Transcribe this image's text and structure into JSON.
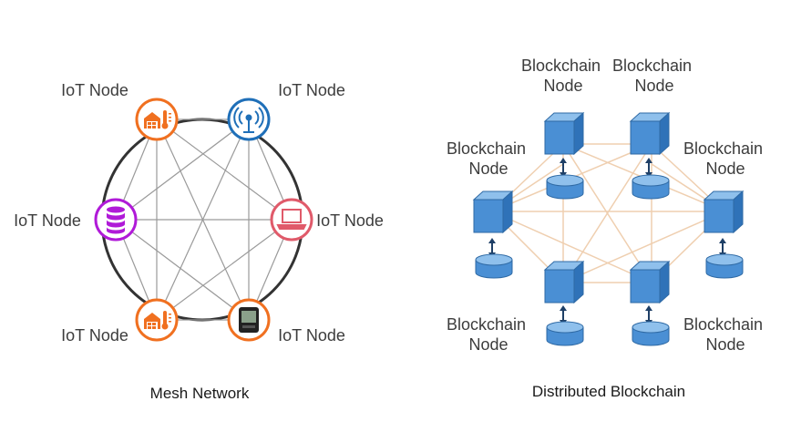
{
  "mesh": {
    "caption": "Mesh Network",
    "nodes": [
      {
        "label": "IoT Node",
        "icon": "warehouse-thermometer-icon",
        "color": "#f07020"
      },
      {
        "label": "IoT Node",
        "icon": "antenna-icon",
        "color": "#1f6fb8"
      },
      {
        "label": "IoT Node",
        "icon": "laptop-icon",
        "color": "#e05a6a"
      },
      {
        "label": "IoT Node",
        "icon": "sensor-device-icon",
        "color": "#f07020"
      },
      {
        "label": "IoT Node",
        "icon": "warehouse-thermometer-icon",
        "color": "#f07020"
      },
      {
        "label": "IoT Node",
        "icon": "database-icon",
        "color": "#b01ad8"
      }
    ]
  },
  "blockchain": {
    "caption": "Distributed Blockchain",
    "node_label_line1": "Blockchain",
    "node_label_line2": "Node",
    "cube_color": "#4a8fd4",
    "link_color": "#efcfb0"
  }
}
